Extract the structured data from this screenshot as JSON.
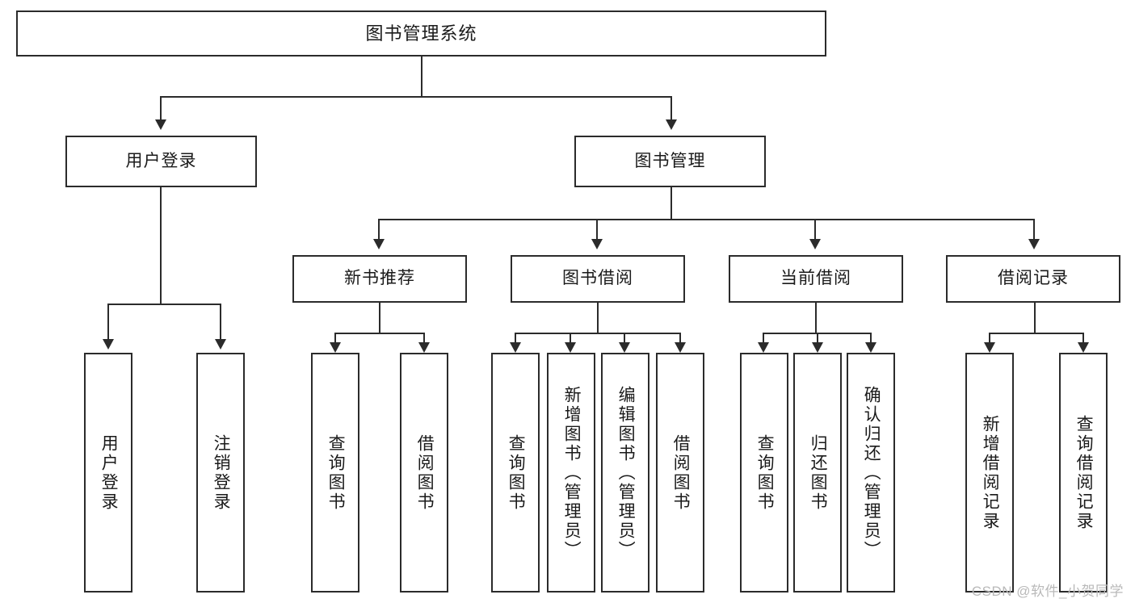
{
  "diagram": {
    "title": "图书管理系统",
    "type": "tree",
    "colors": {
      "box_border": "#2b2b2b",
      "box_fill": "#ffffff",
      "connector": "#2b2b2b",
      "text": "#1a1a1a",
      "watermark": "#b9b9b9",
      "background": "#ffffff"
    },
    "levels": {
      "root": {
        "label": "图书管理系统"
      },
      "level2": [
        {
          "label": "用户登录"
        },
        {
          "label": "图书管理"
        }
      ],
      "level3": [
        {
          "label": "新书推荐"
        },
        {
          "label": "图书借阅"
        },
        {
          "label": "当前借阅"
        },
        {
          "label": "借阅记录"
        }
      ],
      "leaves": [
        {
          "label": "用户登录",
          "parent": "用户登录"
        },
        {
          "label": "注销登录",
          "parent": "用户登录"
        },
        {
          "label": "查询图书",
          "parent": "新书推荐"
        },
        {
          "label": "借阅图书",
          "parent": "新书推荐"
        },
        {
          "label": "查询图书",
          "parent": "图书借阅"
        },
        {
          "label": "新增图书（管理员）",
          "parent": "图书借阅"
        },
        {
          "label": "编辑图书（管理员）",
          "parent": "图书借阅"
        },
        {
          "label": "借阅图书",
          "parent": "图书借阅"
        },
        {
          "label": "查询图书",
          "parent": "当前借阅"
        },
        {
          "label": "归还图书",
          "parent": "当前借阅"
        },
        {
          "label": "确认归还（管理员）",
          "parent": "当前借阅"
        },
        {
          "label": "新增借阅记录",
          "parent": "借阅记录"
        },
        {
          "label": "查询借阅记录",
          "parent": "借阅记录"
        }
      ]
    }
  },
  "watermark": {
    "text": "CSDN @软件_小贺同学"
  }
}
